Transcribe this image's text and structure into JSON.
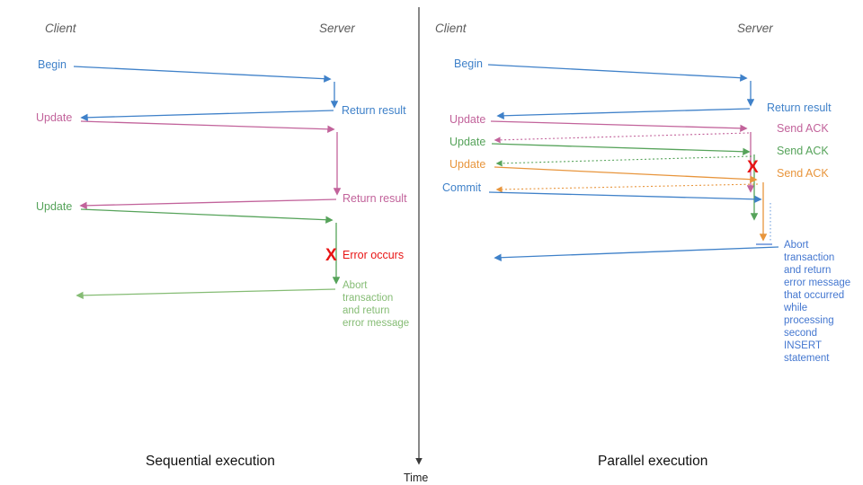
{
  "diagram_title": "Sequential vs parallel transaction execution",
  "colors": {
    "blue": "#3f81c9",
    "abort_blue": "#4477d0",
    "pink": "#c2639b",
    "green": "#56a35a",
    "green_light": "#85bc74",
    "orange": "#e8953c",
    "red": "#e81414",
    "axis": "#3a3a3a",
    "header_gray": "#5a5a5a"
  },
  "left_panel": {
    "client_header": "Client",
    "server_header": "Server",
    "begin_label": "Begin",
    "return_result_1": "Return result",
    "update1_label": "Update",
    "return_result_2": "Return result",
    "update2_label": "Update",
    "error_x": "X",
    "error_label": "Error occurs",
    "abort_lines": [
      "Abort",
      "transaction",
      "and return",
      "error message"
    ],
    "caption": "Sequential execution"
  },
  "right_panel": {
    "client_header": "Client",
    "server_header": "Server",
    "begin_label": "Begin",
    "return_result": "Return result",
    "update1_label": "Update",
    "ack1_label": "Send ACK",
    "update2_label": "Update",
    "ack2_label": "Send ACK",
    "update3_label": "Update",
    "ack3_label": "Send ACK",
    "commit_label": "Commit",
    "error_x": "X",
    "abort_lines": [
      "Abort",
      "transaction",
      "and return",
      "error message",
      "that occurred",
      "while",
      "processing",
      "second",
      "INSERT",
      "statement"
    ],
    "caption": "Parallel execution"
  },
  "time_axis": {
    "label": "Time"
  }
}
